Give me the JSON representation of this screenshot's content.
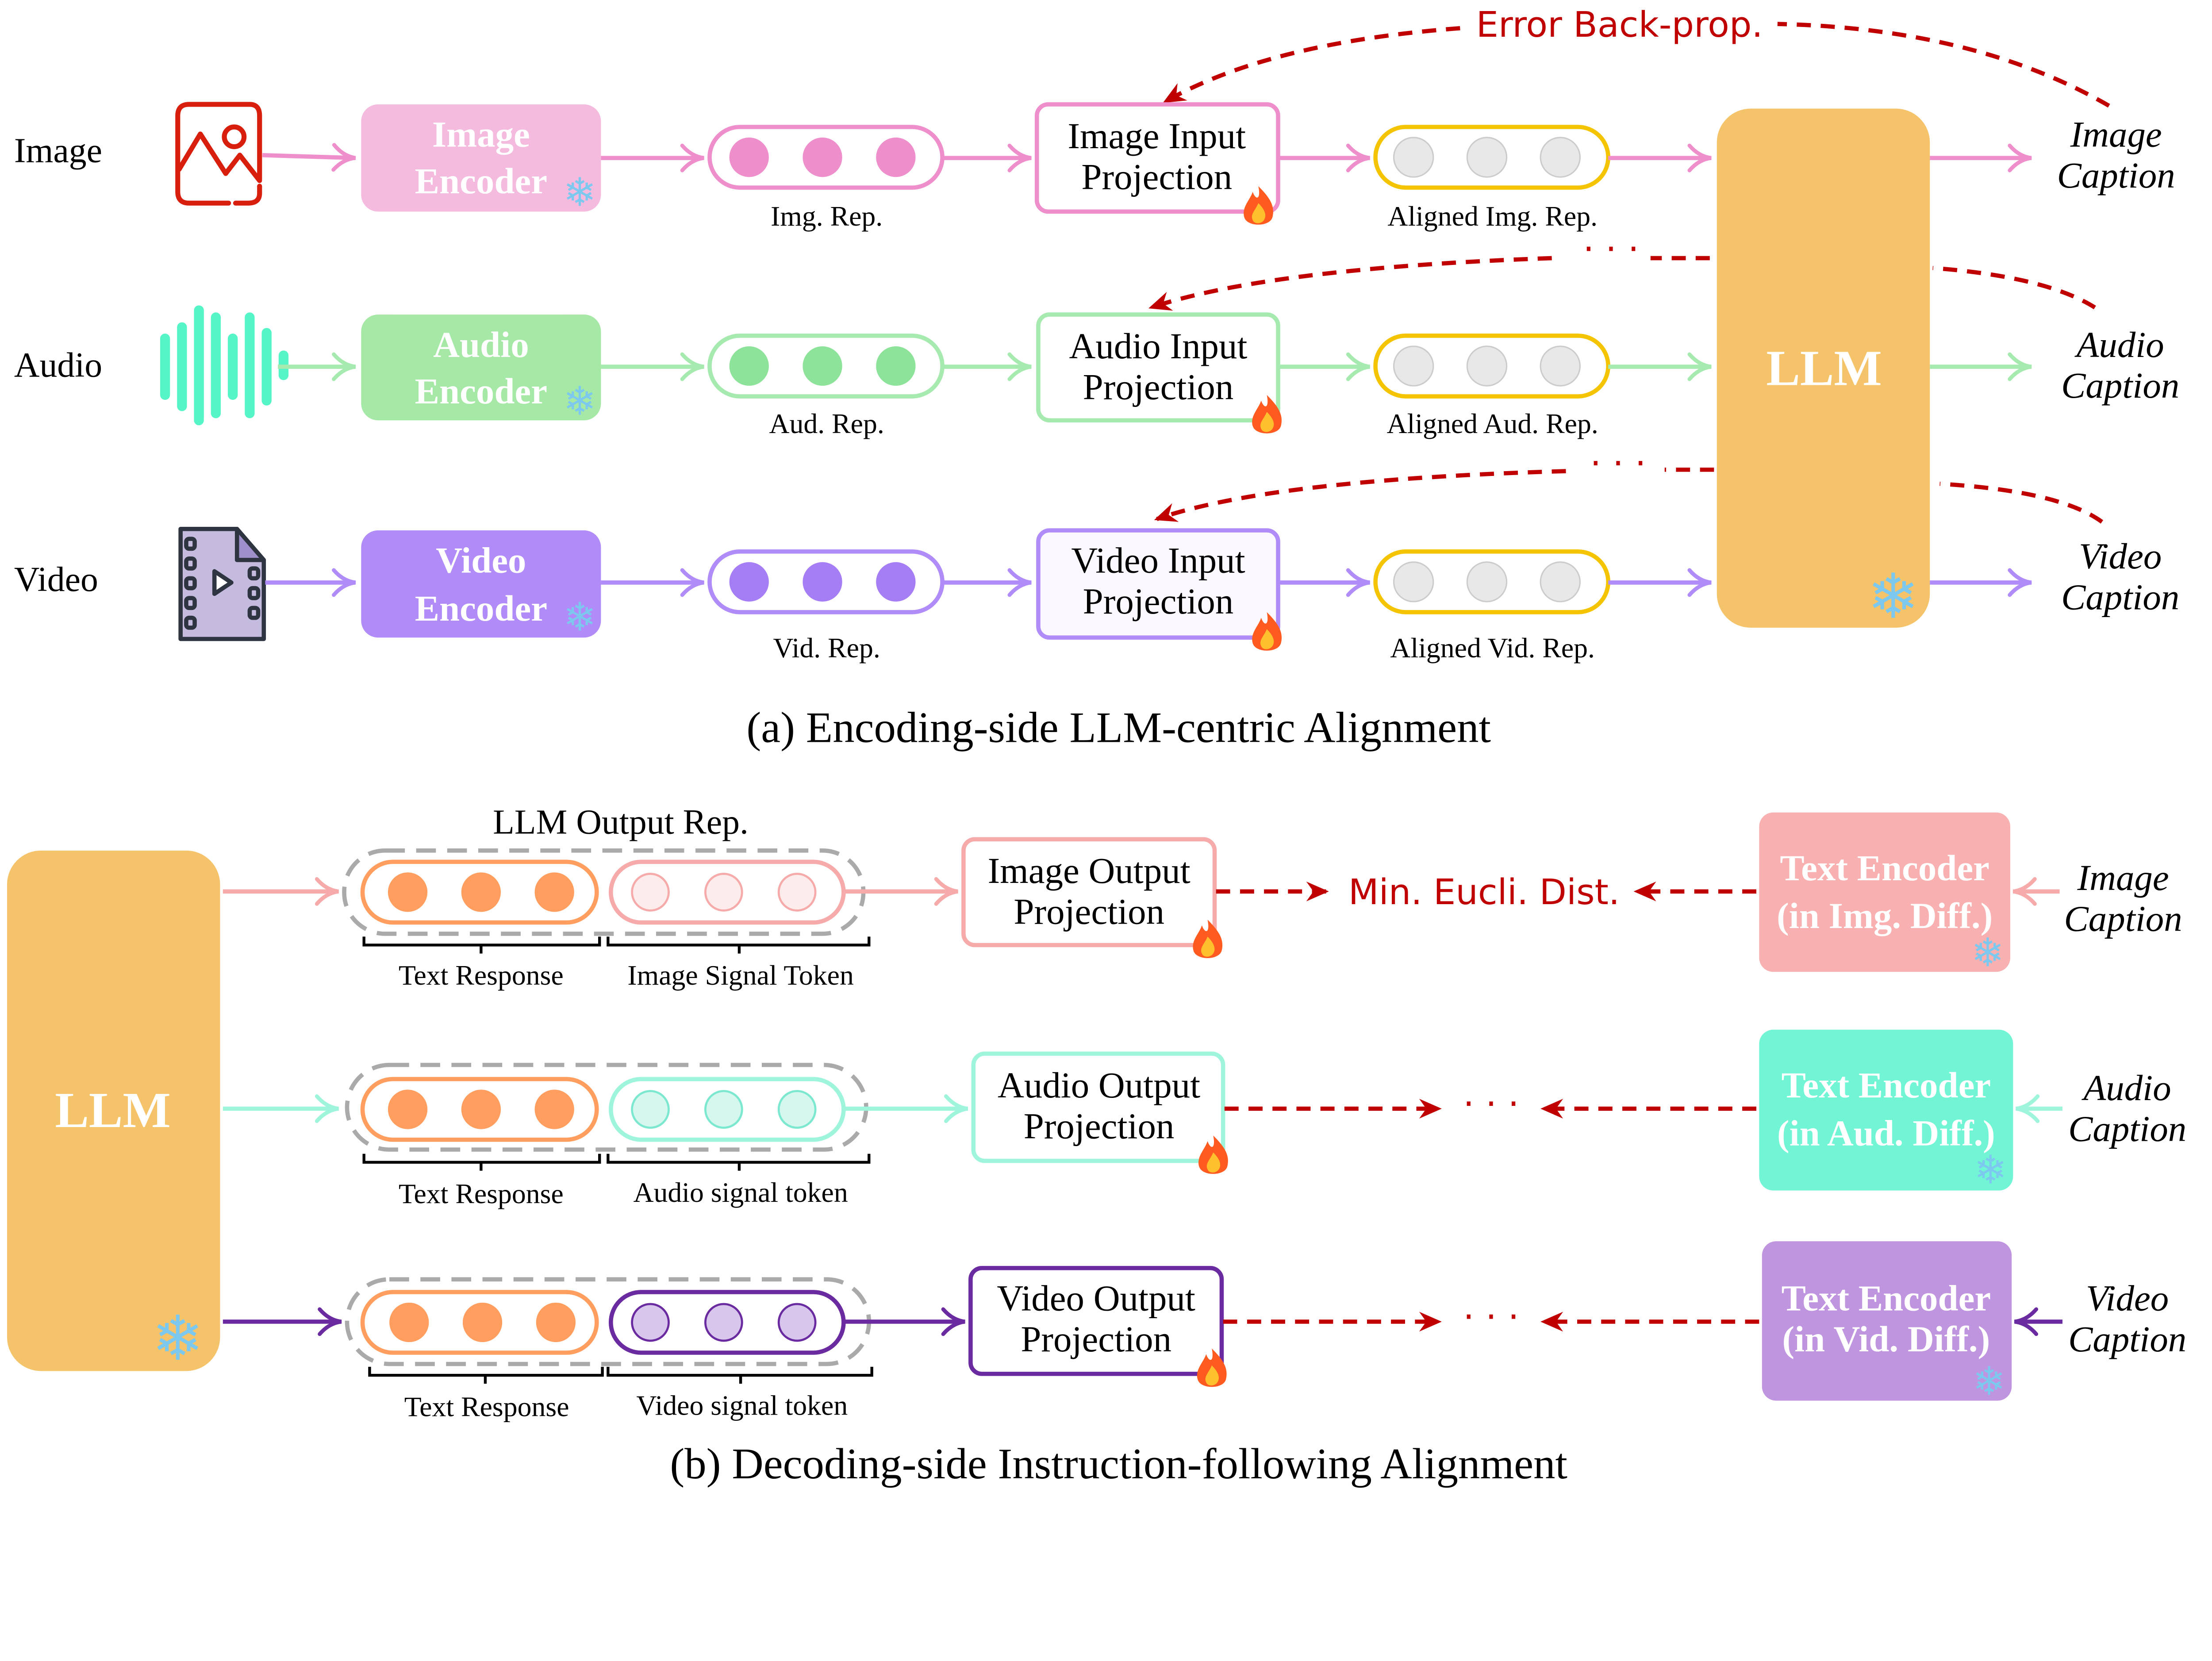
{
  "encoding": {
    "caption": "(a) Encoding-side LLM-centric Alignment",
    "backprop_label": "Error Back-prop.",
    "ellipsis": "· · ·",
    "llm_label": "LLM",
    "rows": [
      {
        "modality": "Image",
        "encoder": [
          "Image",
          "Encoder"
        ],
        "rep_label": "Img. Rep.",
        "projection": [
          "Image Input",
          "Projection"
        ],
        "aligned_label": "Aligned Img. Rep.",
        "output": [
          "Image",
          "Caption"
        ]
      },
      {
        "modality": "Audio",
        "encoder": [
          "Audio",
          "Encoder"
        ],
        "rep_label": "Aud. Rep.",
        "projection": [
          "Audio Input",
          "Projection"
        ],
        "aligned_label": "Aligned Aud. Rep.",
        "output": [
          "Audio",
          "Caption"
        ]
      },
      {
        "modality": "Video",
        "encoder": [
          "Video",
          "Encoder"
        ],
        "rep_label": "Vid. Rep.",
        "projection": [
          "Video Input",
          "Projection"
        ],
        "aligned_label": "Aligned Vid. Rep.",
        "output": [
          "Video",
          "Caption"
        ]
      }
    ]
  },
  "decoding": {
    "caption": "(b) Decoding-side Instruction-following Alignment",
    "llm_label": "LLM",
    "output_rep_label": "LLM Output Rep.",
    "distance_label": "Min. Eucli. Dist.",
    "ellipsis": "· · ·",
    "rows": [
      {
        "text_response": "Text Response",
        "signal_label": "Image Signal Token",
        "projection": [
          "Image Output",
          "Projection"
        ],
        "text_encoder": [
          "Text Encoder",
          "(in Img. Diff.)"
        ],
        "input": [
          "Image",
          "Caption"
        ]
      },
      {
        "text_response": "Text Response",
        "signal_label": "Audio signal token",
        "projection": [
          "Audio Output",
          "Projection"
        ],
        "text_encoder": [
          "Text Encoder",
          "(in Aud. Diff.)"
        ],
        "input": [
          "Audio",
          "Caption"
        ]
      },
      {
        "text_response": "Text Response",
        "signal_label": "Video signal token",
        "projection": [
          "Video Output",
          "Projection"
        ],
        "text_encoder": [
          "Text Encoder",
          "(in Vid. Diff.)"
        ],
        "input": [
          "Video",
          "Caption"
        ]
      }
    ]
  },
  "icons": {
    "frozen": "snowflake-icon",
    "trainable": "fire-icon",
    "image": "image-file-icon",
    "audio": "sound-wave-icon",
    "video": "video-file-icon"
  },
  "colors": {
    "image": "#f4bbdf",
    "audio": "#a6e8a6",
    "video": "#b18cf8",
    "llm": "#f5c46a",
    "aligned": "#f5c400",
    "error": "#c00000",
    "text_token": "#ff9e5e",
    "enc_image": "#f8b0b0",
    "enc_audio": "#72f5d5",
    "enc_video": "#c095e0"
  }
}
